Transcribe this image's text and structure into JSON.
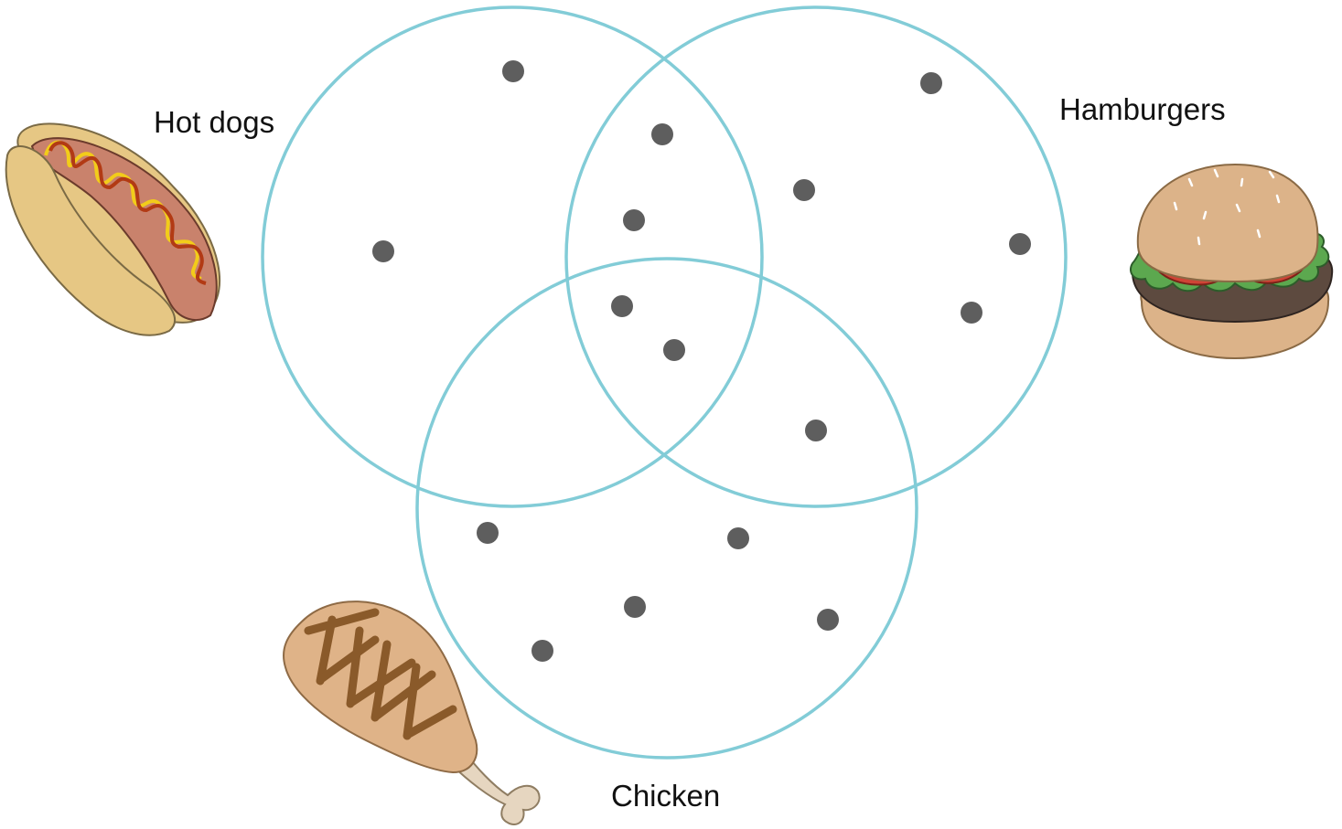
{
  "diagram": {
    "type": "venn-diagram",
    "colors": {
      "circle_stroke": "#82ccd7",
      "dot": "#5e5e5e",
      "background": "#ffffff"
    },
    "sets": [
      {
        "id": "hotdogs",
        "label": "Hot dogs",
        "icon": "hot-dog-icon"
      },
      {
        "id": "hamburgers",
        "label": "Hamburgers",
        "icon": "hamburger-icon"
      },
      {
        "id": "chicken",
        "label": "Chicken",
        "icon": "chicken-drumstick-icon"
      }
    ],
    "region_counts": {
      "hotdogs_only": 2,
      "hamburgers_only": 4,
      "chicken_only": 5,
      "hotdogs_and_hamburgers_only": 2,
      "hotdogs_and_chicken_only": 0,
      "hamburgers_and_chicken_only": 1,
      "all_three": 2
    }
  }
}
